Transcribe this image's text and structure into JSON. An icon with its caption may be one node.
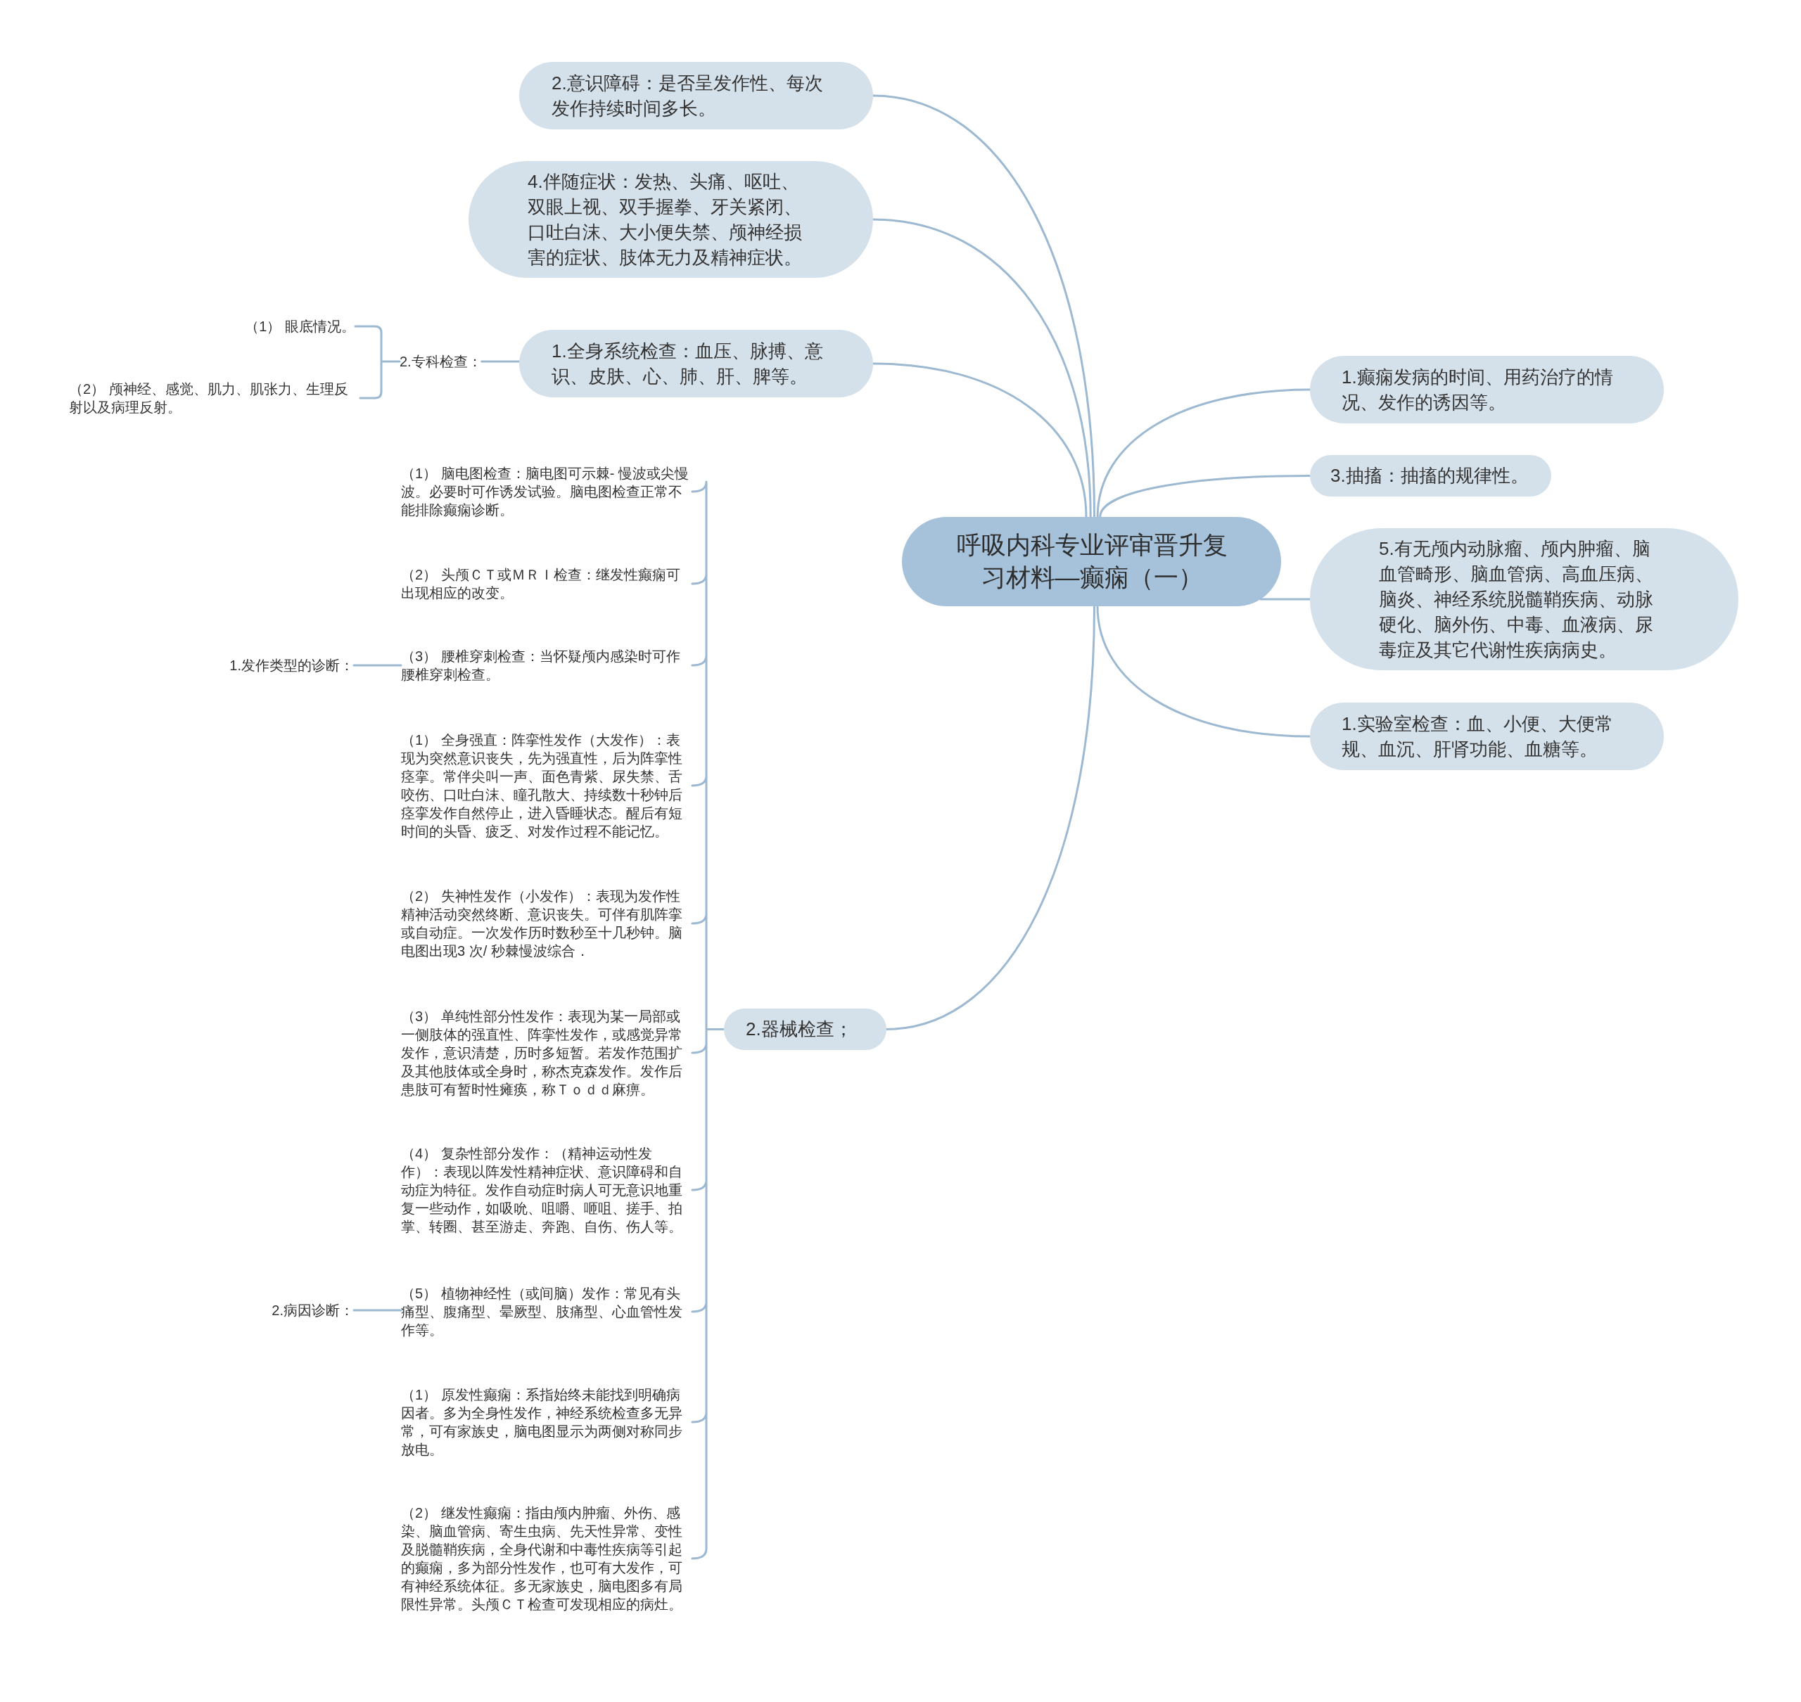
{
  "diagram": {
    "nodes": [
      {
        "text": [
          "呼吸内科专业评审晋升复习材料—癫痫（一）"
        ]
      },
      {
        "text": [
          "2.意识障碍：是否呈发作性、每次发作持续时间多长。"
        ]
      },
      {
        "text": [
          "4.伴随症状：发热、头痛、呕吐、双眼上视、双手握拳、牙关紧闭、口吐白沫、大小便失禁、颅神经损害的症状、肢体无力及精神症状。"
        ]
      },
      {
        "text": [
          "1.全身系统检查：血压、脉搏、意识、皮肤、心、肺、肝、脾等。"
        ]
      },
      {
        "text": [
          "2.专科检查："
        ]
      },
      {
        "text": [
          "（1） 眼底情况。"
        ]
      },
      {
        "text": [
          "（2） 颅神经、感觉、肌力、肌张力、生理反射以及病理反射。"
        ]
      },
      {
        "text": [
          "1.癫痫发病的时间、用药治疗的情况、发作的诱因等。"
        ]
      },
      {
        "text": [
          "3.抽搐：抽搐的规律性。"
        ]
      },
      {
        "text": [
          "5.有无颅内动脉瘤、颅内肿瘤、脑血管畸形、脑血管病、高血压病、脑炎、神经系统脱髓鞘疾病、动脉硬化、脑外伤、中毒、血液病、尿毒症及其它代谢性疾病病史。"
        ]
      },
      {
        "text": [
          "1.实验室检查：血、小便、大便常规、血沉、肝肾功能、血糖等。"
        ]
      },
      {
        "text": [
          "2.器械检查；"
        ]
      },
      {
        "text": [
          "（1） 脑电图检查：脑电图可示棘- 慢波或尖慢波。必要时可作诱发试验。脑电图检查正常不能排除癫痫诊断。"
        ]
      },
      {
        "text": [
          "（2） 头颅ＣＴ或ＭＲＩ检查：继发性癫痫可出现相应的改变。"
        ]
      },
      {
        "text": [
          "（3） 腰椎穿刺检查：当怀疑颅内感染时可作腰椎穿刺检查。"
        ]
      },
      {
        "text": [
          "1.发作类型的诊断："
        ]
      },
      {
        "text": [
          "（1） 全身强直：阵挛性发作（大发作）：表现为突然意识丧失，先为强直性，后为阵挛性痉挛。常伴尖叫一声、面色青紫、尿失禁、舌咬伤、口吐白沫、瞳孔散大、持续数十秒钟后痉挛发作自然停止，进入昏睡状态。醒后有短时间的头昏、疲乏、对发作过程不能记忆。"
        ]
      },
      {
        "text": [
          "（2） 失神性发作（小发作）：表现为发作性精神活动突然终断、意识丧失。可伴有肌阵挛或自动症。一次发作历时数秒至十几秒钟。脑电图出现3 次/ 秒棘慢波综合．"
        ]
      },
      {
        "text": [
          "（3） 单纯性部分性发作：表现为某一局部或一侧肢体的强直性、阵挛性发作，或感觉异常发作，意识清楚，历时多短暂。若发作范围扩及其他肢体或全身时，称杰克森发作。发作后患肢可有暂时性瘫痪，称Ｔｏｄｄ麻痹。"
        ]
      },
      {
        "text": [
          "（4） 复杂性部分发作：（精神运动性发作）：表现以阵发性精神症状、意识障碍和自动症为特征。发作自动症时病人可无意识地重复一些动作，如吸吮、咀嚼、咂咀、搓手、拍掌、转圈、甚至游走、奔跑、自伤、伤人等。"
        ]
      },
      {
        "text": [
          "（5） 植物神经性（或间脑）发作：常见有头痛型、腹痛型、晕厥型、肢痛型、心血管性发作等。"
        ]
      },
      {
        "text": [
          "2.病因诊断："
        ]
      },
      {
        "text": [
          "（1） 原发性癫痫：系指始终未能找到明确病因者。多为全身性发作，神经系统检查多无异常，可有家族史，脑电图显示为两侧对称同步放电。"
        ]
      },
      {
        "text": [
          "（2） 继发性癫痫：指由颅内肿瘤、外伤、感染、脑血管病、寄生虫病、先天性异常、变性及脱髓鞘疾病，全身代谢和中毒性疾病等引起的癫痫，多为部分性发作，也可有大发作，可有神经系统体征。多无家族史，脑电图多有局限性异常。头颅ＣＴ检查可发现相应的病灶。"
        ]
      }
    ],
    "edges": [
      {
        "from": 0,
        "to": 1,
        "arrow": "none"
      },
      {
        "from": 0,
        "to": 2,
        "arrow": "none"
      },
      {
        "from": 0,
        "to": 3,
        "arrow": "none"
      },
      {
        "from": 3,
        "to": 4,
        "arrow": "none"
      },
      {
        "from": 4,
        "to": 5,
        "arrow": "none"
      },
      {
        "from": 4,
        "to": 6,
        "arrow": "none"
      },
      {
        "from": 0,
        "to": 7,
        "arrow": "none"
      },
      {
        "from": 0,
        "to": 8,
        "arrow": "none"
      },
      {
        "from": 0,
        "to": 9,
        "arrow": "none"
      },
      {
        "from": 0,
        "to": 10,
        "arrow": "none"
      },
      {
        "from": 0,
        "to": 11,
        "arrow": "none"
      },
      {
        "from": 11,
        "to": 12,
        "arrow": "none"
      },
      {
        "from": 11,
        "to": 13,
        "arrow": "none"
      },
      {
        "from": 11,
        "to": 14,
        "arrow": "none"
      },
      {
        "from": 14,
        "to": 15,
        "arrow": "none"
      },
      {
        "from": 11,
        "to": 16,
        "arrow": "none"
      },
      {
        "from": 11,
        "to": 17,
        "arrow": "none"
      },
      {
        "from": 11,
        "to": 18,
        "arrow": "none"
      },
      {
        "from": 11,
        "to": 19,
        "arrow": "none"
      },
      {
        "from": 11,
        "to": 20,
        "arrow": "none"
      },
      {
        "from": 20,
        "to": 21,
        "arrow": "none"
      },
      {
        "from": 11,
        "to": 22,
        "arrow": "none"
      },
      {
        "from": 11,
        "to": 23,
        "arrow": "none"
      }
    ]
  }
}
